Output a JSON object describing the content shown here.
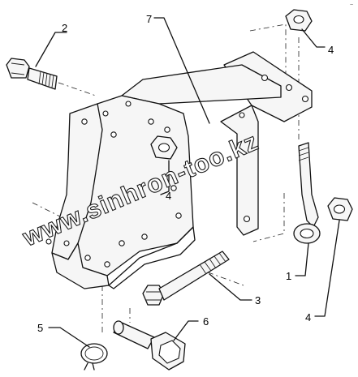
{
  "diagram": {
    "callouts": {
      "c1": "1",
      "c2": "2",
      "c3": "3",
      "c4a": "4",
      "c4b": "4",
      "c4c": "4",
      "c5": "5",
      "c6": "6",
      "c7": "7"
    },
    "watermark": "www.sinhron-too.kz",
    "corner_mark": "~"
  }
}
